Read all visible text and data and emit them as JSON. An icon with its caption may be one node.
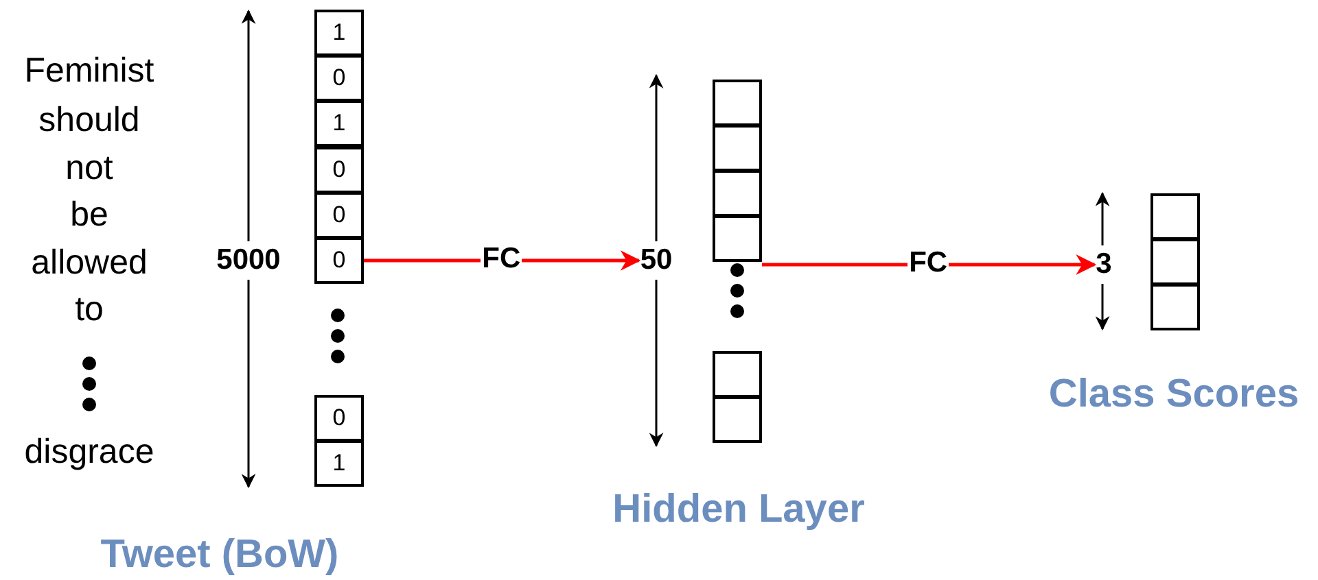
{
  "diagram": {
    "nodes": [
      {
        "text": [
          "1"
        ]
      },
      {
        "text": [
          "0"
        ]
      },
      {
        "text": [
          "1"
        ]
      },
      {
        "text": [
          "0"
        ]
      },
      {
        "text": [
          "0"
        ]
      },
      {
        "text": [
          "0"
        ]
      },
      {
        "text": [
          "0"
        ]
      },
      {
        "text": [
          "1"
        ]
      },
      {
        "text": [
          "50"
        ]
      },
      {
        "text": [],
        "shape": "box"
      },
      {
        "text": [],
        "shape": "box"
      },
      {
        "text": [],
        "shape": "box"
      },
      {
        "text": [],
        "shape": "box"
      },
      {
        "text": [],
        "shape": "box"
      },
      {
        "text": [],
        "shape": "box"
      },
      {
        "text": [
          "3"
        ]
      },
      {
        "text": [],
        "shape": "box"
      },
      {
        "text": [],
        "shape": "box"
      },
      {
        "text": [],
        "shape": "box"
      }
    ],
    "edges": [
      {
        "from": 5,
        "to": 8,
        "arrow": "to",
        "label": "FC",
        "color": "#ff0000"
      },
      {
        "from": 12,
        "to": 15,
        "arrow": "to",
        "label": "FC",
        "color": "#ff0000"
      }
    ],
    "labels": [
      "Feminist",
      "should",
      "not",
      "be",
      "allowed",
      "to",
      "disgrace",
      "5000",
      "Tweet (BoW)",
      "Hidden Layer",
      "Class Scores"
    ]
  }
}
